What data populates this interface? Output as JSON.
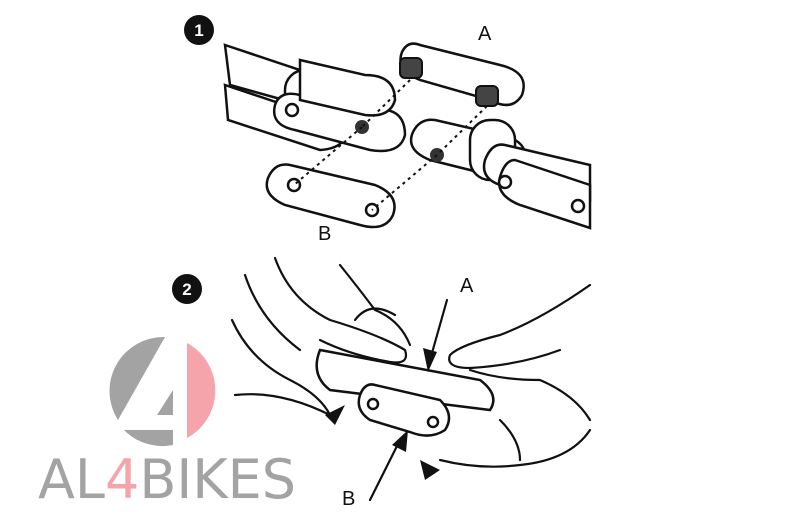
{
  "steps": [
    {
      "number": "1",
      "label_a": "A",
      "label_b": "B"
    },
    {
      "number": "2",
      "label_a": "A",
      "label_b": "B"
    }
  ],
  "logo": {
    "text_left": "AL",
    "text_accent": "4",
    "text_right": "BIKES",
    "colors": {
      "gray": "#a3a3a3",
      "pink": "#f6a4ab"
    }
  }
}
